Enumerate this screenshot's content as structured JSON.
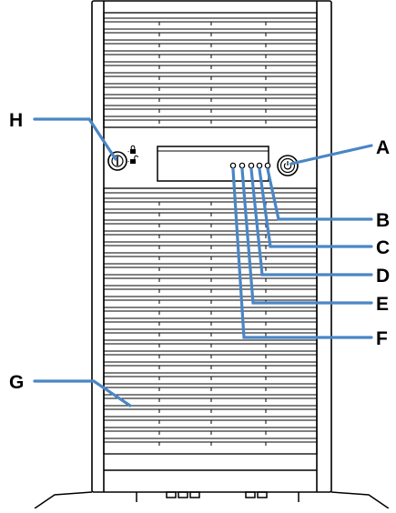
{
  "figure": {
    "title": "",
    "callout_color": "#4a86c5",
    "callouts": [
      {
        "id": "A",
        "label": "A",
        "points_to": "power-button"
      },
      {
        "id": "B",
        "label": "B",
        "points_to": "status-led-5"
      },
      {
        "id": "C",
        "label": "C",
        "points_to": "status-led-4"
      },
      {
        "id": "D",
        "label": "D",
        "points_to": "status-led-3"
      },
      {
        "id": "E",
        "label": "E",
        "points_to": "status-led-2"
      },
      {
        "id": "F",
        "label": "F",
        "points_to": "status-led-1"
      },
      {
        "id": "G",
        "label": "G",
        "points_to": "front-bezel-vents"
      },
      {
        "id": "H",
        "label": "H",
        "points_to": "key-lock"
      }
    ],
    "icons": {
      "power": "power-icon",
      "lock": "lock-icon",
      "unlock": "unlock-icon"
    }
  }
}
